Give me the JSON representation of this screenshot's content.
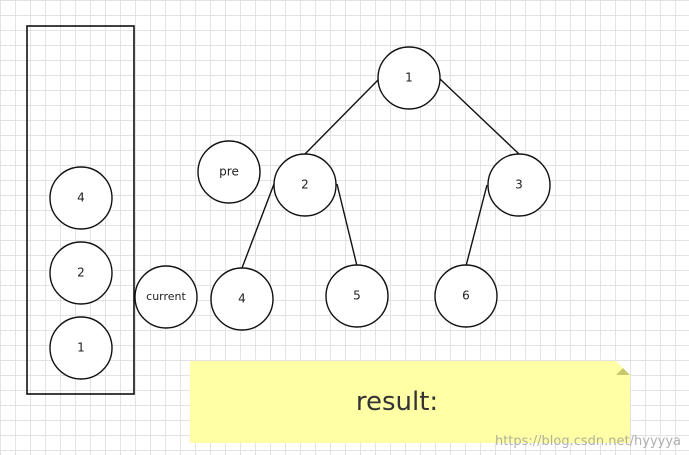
{
  "stack": {
    "items": [
      {
        "label": "4"
      },
      {
        "label": "2"
      },
      {
        "label": "1"
      }
    ]
  },
  "pointers": {
    "pre": "pre",
    "current": "current"
  },
  "tree": {
    "nodes": [
      {
        "id": "n1",
        "label": "1"
      },
      {
        "id": "n2",
        "label": "2"
      },
      {
        "id": "n3",
        "label": "3"
      },
      {
        "id": "n4",
        "label": "4"
      },
      {
        "id": "n5",
        "label": "5"
      },
      {
        "id": "n6",
        "label": "6"
      }
    ],
    "edges": [
      {
        "from": "n1",
        "to": "n2"
      },
      {
        "from": "n1",
        "to": "n3"
      },
      {
        "from": "n2",
        "to": "n4"
      },
      {
        "from": "n2",
        "to": "n5"
      },
      {
        "from": "n3",
        "to": "n6"
      }
    ]
  },
  "note": {
    "text": "result:",
    "color": "#ffffa6"
  },
  "watermark": "https://blog.csdn.net/hyyyya"
}
